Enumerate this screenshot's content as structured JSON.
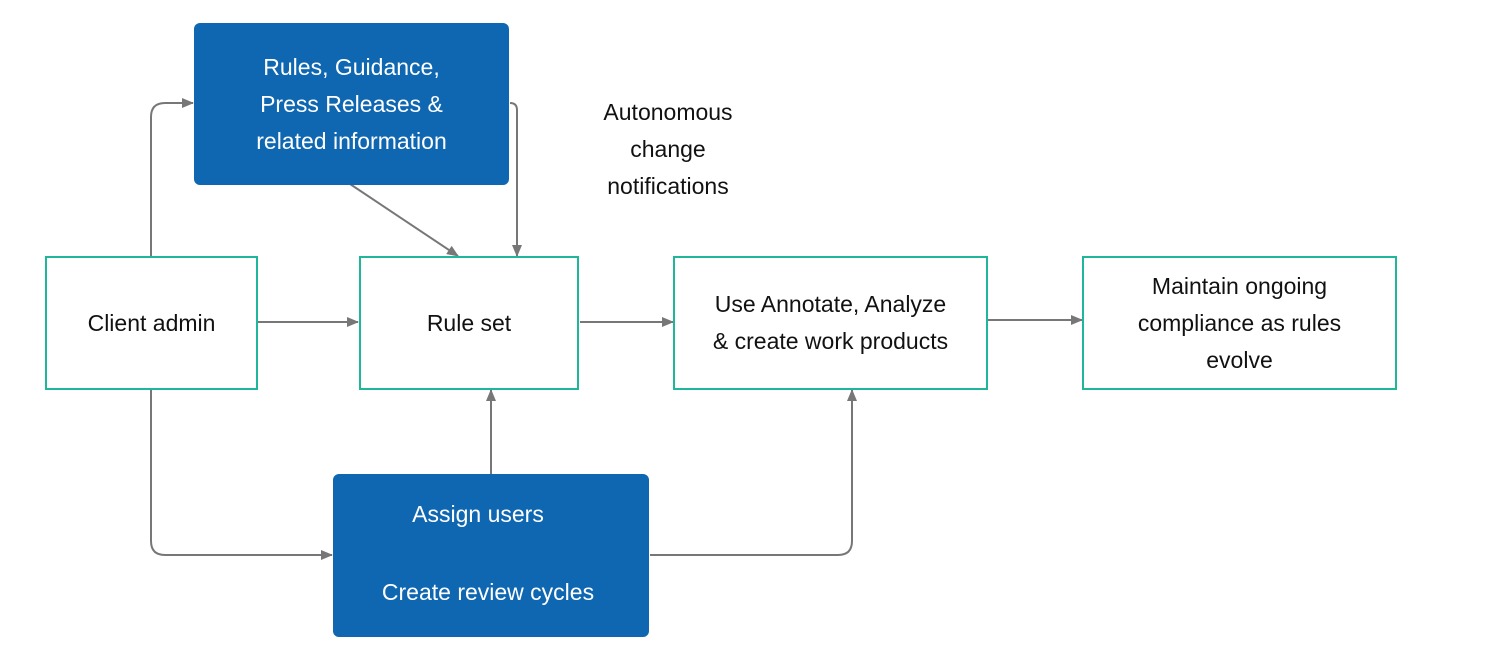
{
  "colors": {
    "box_border": "#1fb69a",
    "filled_box": "#0f67b1",
    "filled_text": "#ffffff",
    "arrow": "#777777",
    "text": "#111111"
  },
  "nodes": {
    "sources": {
      "lines": [
        "Rules, Guidance,",
        "Press Releases &",
        "related information"
      ]
    },
    "client_admin": {
      "lines": [
        "Client admin"
      ]
    },
    "rule_set": {
      "lines": [
        "Rule set"
      ]
    },
    "use_annotate": {
      "lines": [
        "Use Annotate, Analyze",
        "& create work products"
      ]
    },
    "maintain": {
      "lines": [
        "Maintain ongoing",
        "compliance as rules",
        "evolve"
      ]
    },
    "assign": {
      "lines": [
        "Assign users",
        "Create review cycles"
      ]
    }
  },
  "notes": {
    "autonomous": {
      "lines": [
        "Autonomous",
        "change",
        "notifications"
      ]
    }
  },
  "edges": [
    {
      "from": "client_admin",
      "to": "sources"
    },
    {
      "from": "client_admin",
      "to": "rule_set"
    },
    {
      "from": "client_admin",
      "to": "assign"
    },
    {
      "from": "sources",
      "to": "rule_set"
    },
    {
      "from": "sources",
      "to": "rule_set",
      "label_ref": "autonomous"
    },
    {
      "from": "rule_set",
      "to": "use_annotate"
    },
    {
      "from": "use_annotate",
      "to": "maintain"
    },
    {
      "from": "assign",
      "to": "rule_set"
    },
    {
      "from": "assign",
      "to": "use_annotate"
    }
  ]
}
